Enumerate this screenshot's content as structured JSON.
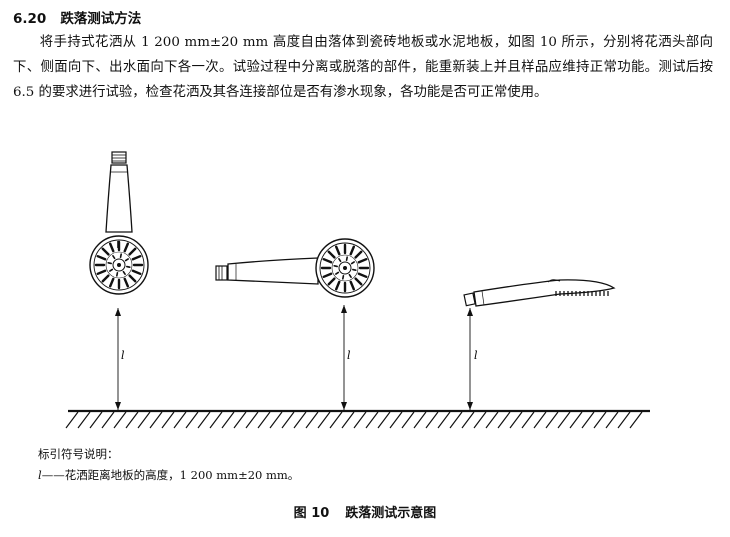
{
  "section": {
    "number": "6.20",
    "title": "跌落测试方法"
  },
  "paragraph": "将手持式花洒从 1 200 mm±20 mm 高度自由落体到瓷砖地板或水泥地板，如图 10 所示，分别将花洒头部向下、侧面向下、出水面向下各一次。试验过程中分离或脱落的部件，能重新装上并且样品应维持正常功能。测试后按 6.5 的要求进行试验，检查花洒及其各连接部位是否有渗水现象，各功能是否可正常使用。",
  "figure": {
    "height_symbol": "l",
    "legend_title": "标引符号说明：",
    "legend_symbol": "l",
    "legend_text": "——花洒距离地板的高度，1 200 mm±20 mm。",
    "caption_number": "图 10",
    "caption_title": "跌落测试示意图"
  }
}
